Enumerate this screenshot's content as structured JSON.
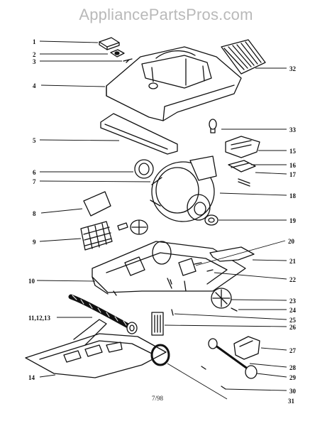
{
  "watermark": "AppliancePartsPros.com",
  "footer_code": "7/98",
  "callouts": [
    "1",
    "2",
    "3",
    "4",
    "5",
    "6",
    "7",
    "8",
    "9",
    "10",
    "11,12,13",
    "14",
    "15",
    "16",
    "17",
    "18",
    "19",
    "20",
    "21",
    "22",
    "23",
    "24",
    "25",
    "26",
    "27",
    "28",
    "29",
    "30",
    "31",
    "32",
    "33"
  ],
  "palette": {
    "ink": "#111111",
    "watermark": "#b9b9b9",
    "paper": "#ffffff"
  },
  "parts_shown": [
    "filter-cover",
    "small-knob",
    "clip",
    "hood-housing",
    "handle-strip",
    "round-bearing",
    "motor",
    "pre-filter",
    "grille-filter",
    "base-chassis",
    "brushroll",
    "bottom-plate",
    "pedal-housing",
    "small-nozzle",
    "wheel",
    "axle-assembly",
    "belt",
    "vented-filter",
    "bulb"
  ]
}
